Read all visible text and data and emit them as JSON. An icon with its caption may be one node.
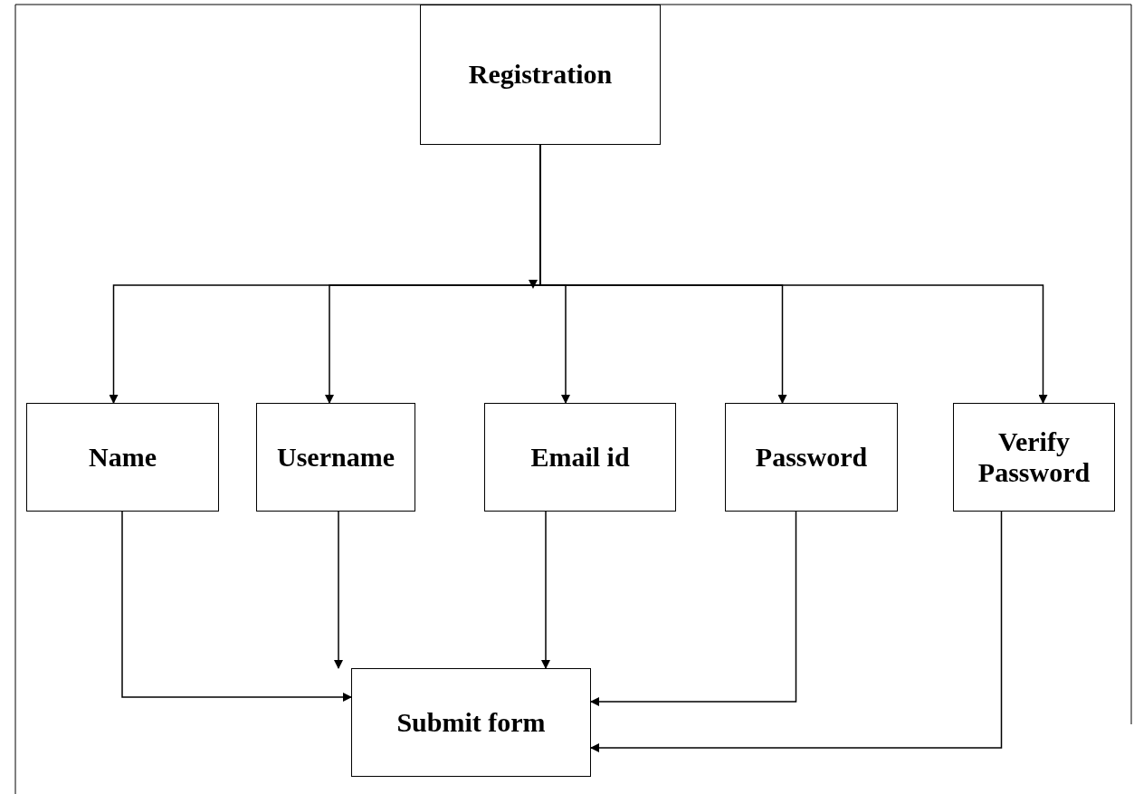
{
  "diagram": {
    "nodes": [
      {
        "text": [
          "Registration"
        ]
      },
      {
        "text": [
          "Name"
        ]
      },
      {
        "text": [
          "Username"
        ]
      },
      {
        "text": [
          "Email id"
        ]
      },
      {
        "text": [
          "Password"
        ]
      },
      {
        "text": [
          "Verify Password"
        ]
      },
      {
        "text": [
          "Submit form"
        ]
      }
    ],
    "edges": [
      {
        "from": 0,
        "to": 1,
        "arrow": "to"
      },
      {
        "from": 0,
        "to": 2,
        "arrow": "to"
      },
      {
        "from": 0,
        "to": 3,
        "arrow": "to"
      },
      {
        "from": 0,
        "to": 4,
        "arrow": "to"
      },
      {
        "from": 0,
        "to": 5,
        "arrow": "to"
      },
      {
        "from": 1,
        "to": 6,
        "arrow": "to"
      },
      {
        "from": 2,
        "to": 6,
        "arrow": "to"
      },
      {
        "from": 3,
        "to": 6,
        "arrow": "to"
      },
      {
        "from": 4,
        "to": 6,
        "arrow": "to"
      },
      {
        "from": 5,
        "to": 6,
        "arrow": "to"
      }
    ]
  }
}
